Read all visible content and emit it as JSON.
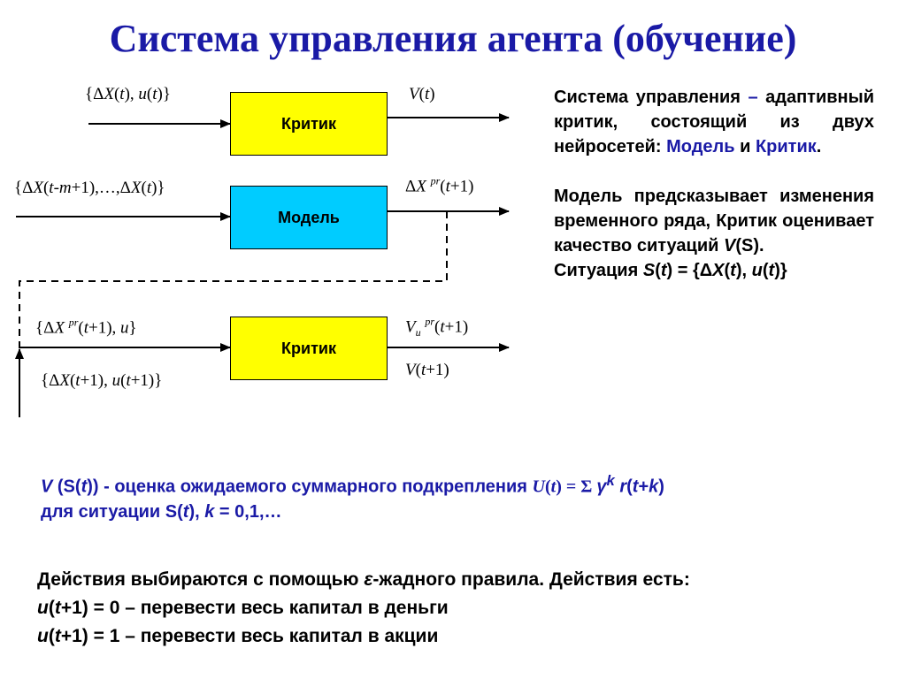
{
  "title": "Система управления агента (обучение)",
  "boxes": {
    "critic_top": "Критик",
    "model": "Модель",
    "critic_bottom": "Критик"
  },
  "colors": {
    "title_blue": "#1a1aa6",
    "critic_fill": "#ffff00",
    "model_fill": "#00ccff"
  },
  "labels": {
    "critic_top_in": {
      "open": "{Δ",
      "X": "X",
      "p1": "(",
      "t1": "t",
      "p2": "), ",
      "u": "u",
      "p3": "(",
      "t2": "t",
      "p4": ")}"
    },
    "critic_top_out": {
      "V": "V",
      "p1": "(",
      "t": "t",
      "p2": ")"
    },
    "model_in": {
      "a": "{Δ",
      "X1": "X",
      "b": "(",
      "t1": "t",
      "c": "-",
      "m": "m",
      "d": "+1),…,Δ",
      "X2": "X",
      "e": "(",
      "t2": "t",
      "f": ")}"
    },
    "model_out": {
      "a": "Δ",
      "X": "X",
      "sup": "pr",
      "b": "(",
      "t": "t",
      "c": "+1)"
    },
    "critic_bottom_in1": {
      "a": "{Δ",
      "X": "X",
      "sup": "pr",
      "b": "(",
      "t": "t",
      "c": "+1), ",
      "u": "u",
      "d": "}"
    },
    "critic_bottom_in2": {
      "a": "{Δ",
      "X": "X",
      "b": "(",
      "t1": "t",
      "c": "+1), ",
      "u": "u",
      "d": "(",
      "t2": "t",
      "e": "+1)}"
    },
    "critic_bottom_out1": {
      "V": "V",
      "sub": "u",
      "sup": "pr",
      "b": "(",
      "t": "t",
      "c": "+1)"
    },
    "critic_bottom_out2": {
      "V": "V",
      "b": "(",
      "t": "t",
      "c": "+1)"
    }
  },
  "right_text": {
    "p1_a": "Система управления ",
    "p1_dash": "–",
    "p1_b": " адаптивный критик, состоящий из двух нейросетей: ",
    "p1_model": "Модель",
    "p1_c": " и ",
    "p1_critic": "Критик",
    "p1_d": ".",
    "p2_a": "Модель предсказывает изменения временного ряда, Критик оценивает качество ситуаций ",
    "p2_V": "V",
    "p2_b": "(S).",
    "p3_a": "Ситуация ",
    "p3_S": "S",
    "p3_b": "(",
    "p3_t1": "t",
    "p3_c": ") = {Δ",
    "p3_X": "X",
    "p3_d": "(",
    "p3_t2": "t",
    "p3_e": "), ",
    "p3_u": "u",
    "p3_f": "(",
    "p3_t3": "t",
    "p3_g": ")}"
  },
  "definition": {
    "V": "V",
    "a": " (S(",
    "t1": "t",
    "b": ")) - оценка ожидаемого суммарного подкрепления  ",
    "U": "U",
    "c": "(",
    "t2": "t",
    "d": ") = Σ ",
    "gamma": "γ",
    "k_sup": "k",
    "e": " ",
    "r": "r",
    "f": "(",
    "t3": "t",
    "g": "+",
    "k2": "k",
    "h": ")",
    "line2_a": "для ситуации S(",
    "line2_t": "t",
    "line2_b": "), ",
    "line2_k": "k",
    "line2_c": " = 0,1,…"
  },
  "actions": {
    "line1_a": "Действия выбираются с помощью ",
    "line1_eps": "ε",
    "line1_b": "-жадного правила. Действия есть:",
    "line2_u": "u",
    "line2_a": "(",
    "line2_t": "t",
    "line2_b": "+1) = 0 – перевести весь капитал в деньги",
    "line3_u": "u",
    "line3_a": "(",
    "line3_t": "t",
    "line3_b": "+1) = 1 – перевести весь капитал в акции"
  }
}
